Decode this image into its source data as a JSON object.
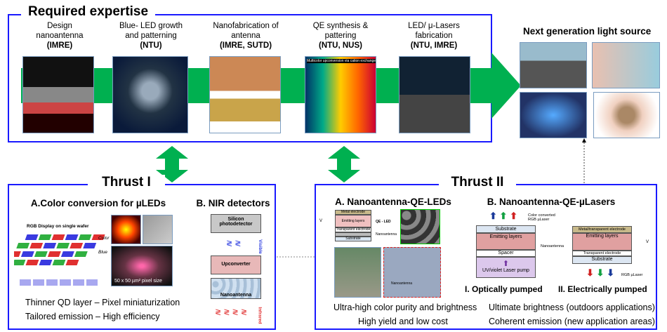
{
  "expertise": {
    "title": "Required expertise",
    "items": [
      {
        "line1": "Design",
        "line2": "nanoantenna",
        "org": "(IMRE)"
      },
      {
        "line1": "Blue- LED growth",
        "line2": "and patterning",
        "org": "(NTU)"
      },
      {
        "line1": "Nanofabrication of",
        "line2": "antenna",
        "org": "(IMRE, SUTD)"
      },
      {
        "line1": "QE synthesis &",
        "line2": "pattering",
        "org": "(NTU, NUS)"
      },
      {
        "line1": "LED/ μ-Lasers",
        "line2": "fabrication",
        "org": "(NTU, IMRE)"
      }
    ],
    "qe_image_caption": "Multicolor upconversion via cation exchange"
  },
  "next_gen": {
    "title": "Next generation light source"
  },
  "thrust1": {
    "title": "Thrust I",
    "a_title": "A.Color conversion for µLEDs",
    "rgb_caption": "RGB Display on single wafer",
    "color_label": "Color",
    "blue_label": "Blue",
    "pixel_caption": "50 x 50 µm² pixel size",
    "b_title": "B. NIR detectors",
    "silicon": "Silicon photodetector",
    "visible": "Visible",
    "upconverter": "Upconverter",
    "nanoantenna": "Nanoantenna",
    "infrared": "Infrared",
    "bullet1": "Thinner QD layer – Pixel miniaturization",
    "bullet2": "Tailored emission – High efficiency"
  },
  "thrust2": {
    "title": "Thrust II",
    "a_title": "A.  Nanoantenna-QE-LEDs",
    "a_layers": {
      "metal": "Metal electrode",
      "emitting": "Emitting layers",
      "transparent": "Transparent electrode",
      "substrate": "Substrate",
      "qe_led": "QE - LED",
      "nanoantenna": "Nanoantenna",
      "v": "V"
    },
    "a_nano_label": "Nanoantenna",
    "a_bullet1": "Ultra-high color purity and brightness",
    "a_bullet2": "High yield and low cost",
    "b_title": "B.  Nanoantenna-QE-µLasers",
    "color_converted": "Color converted RGB µLaser",
    "opt": {
      "substrate": "Substrate",
      "emitting": "Emitting layers",
      "spacer": "Spacer",
      "pump": "UV/violet Laser pump",
      "label": "I. Optically pumped"
    },
    "nanoantenna": "Nanoantenna",
    "elec": {
      "electrode": "Metal/transparent electrode",
      "emitting": "Emitting layers",
      "transparent": "Transparent electrode",
      "substrate": "Substrate",
      "label": "II. Electrically pumped",
      "v": "V"
    },
    "rgb_laser": "RGB µLaser",
    "b_bullet1": "Ultimate brightness (outdoors applications)",
    "b_bullet2": "Coherent emission (new application areas)"
  },
  "colors": {
    "border": "#1a1aff",
    "arrow": "#00b050"
  }
}
